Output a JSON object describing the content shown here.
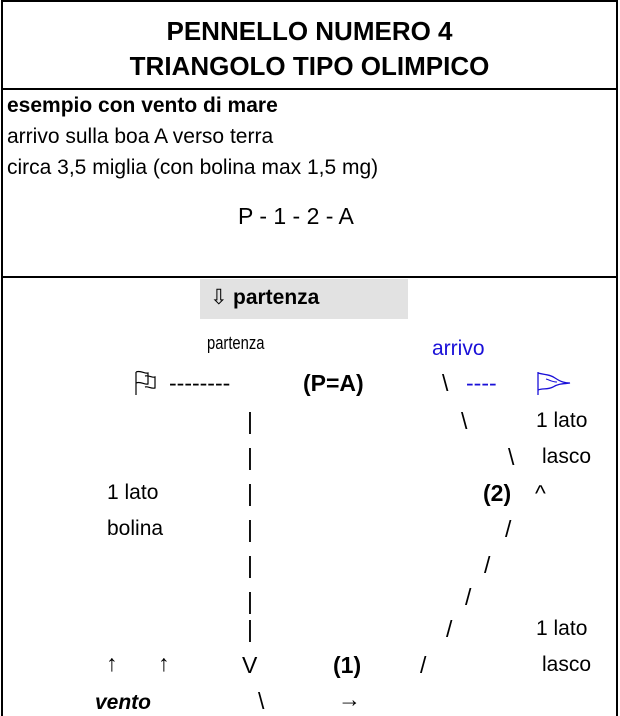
{
  "header": {
    "title_line1": "PENNELLO NUMERO  4",
    "title_line2": "TRIANGOLO  TIPO  OLIMPICO"
  },
  "description": {
    "heading": "esempio con vento di mare",
    "line1": "arrivo  sulla  boa  A   verso  terra",
    "line2": "circa 3,5  miglia (con bolina max 1,5 mg)",
    "sequence": "P - 1 - 2 - A"
  },
  "diagram": {
    "start_banner": {
      "arrow": "⇩",
      "label": "partenza"
    },
    "start_label": "partenza",
    "finish_label": "arrivo",
    "start_line_dashes": "--------",
    "start_mark": "(P=A)",
    "finish_line_dashes": "----",
    "backslash": "\\",
    "slash": "/",
    "pipe": "|",
    "caret": "^",
    "letter_v": "V",
    "mark1": "(1)",
    "mark2": "(2)",
    "arrow_right": "→",
    "lato_lasco": "1 lato",
    "lasco": "lasco",
    "lato_bolina": "1 lato",
    "bolina": "bolina",
    "lato_lasco_2": "1 lato",
    "lasco_2": "lasco",
    "wind_label": "vento",
    "wind_arrow": "↑",
    "colors": {
      "finish": "#1a10d8",
      "shade": "#e2e2e2"
    }
  }
}
